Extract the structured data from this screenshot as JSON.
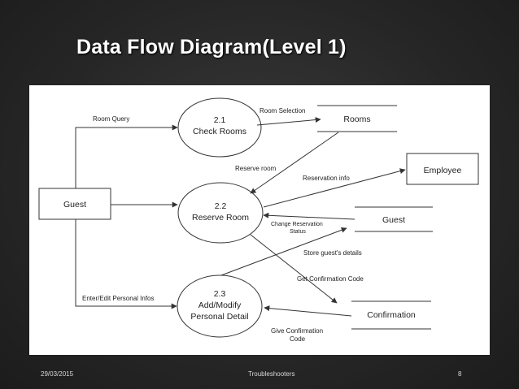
{
  "slide": {
    "title": "Data Flow Diagram(Level 1)"
  },
  "diagram": {
    "entities": {
      "guest": "Guest",
      "employee": "Employee"
    },
    "processes": [
      {
        "id": "2.1",
        "line1": "Check Rooms",
        "line2": ""
      },
      {
        "id": "2.2",
        "line1": "Reserve Room",
        "line2": ""
      },
      {
        "id": "2.3",
        "line1": "Add/Modify",
        "line2": "Personal Detail"
      }
    ],
    "stores": {
      "rooms": "Rooms",
      "guest": "Guest",
      "confirmation": "Confirmation"
    },
    "flows": {
      "room_query": "Room Query",
      "room_selection": "Room Selection",
      "reserve_room": "Reserve room",
      "reservation_info": "Reservation info",
      "change_reservation_1": "Change Reservation",
      "change_reservation_2": "Status",
      "store_guest_details": "Store guest's details",
      "get_confirmation_code": "Get Confirmation Code",
      "enter_edit": "Enter/Edit Personal Infos",
      "give_confirmation_1": "Give Confirmation",
      "give_confirmation_2": "Code"
    }
  },
  "footer": {
    "date": "29/03/2015",
    "center": "Troubleshooters",
    "page": "8"
  },
  "colors": {
    "line": "#333333",
    "text": "#222222"
  }
}
